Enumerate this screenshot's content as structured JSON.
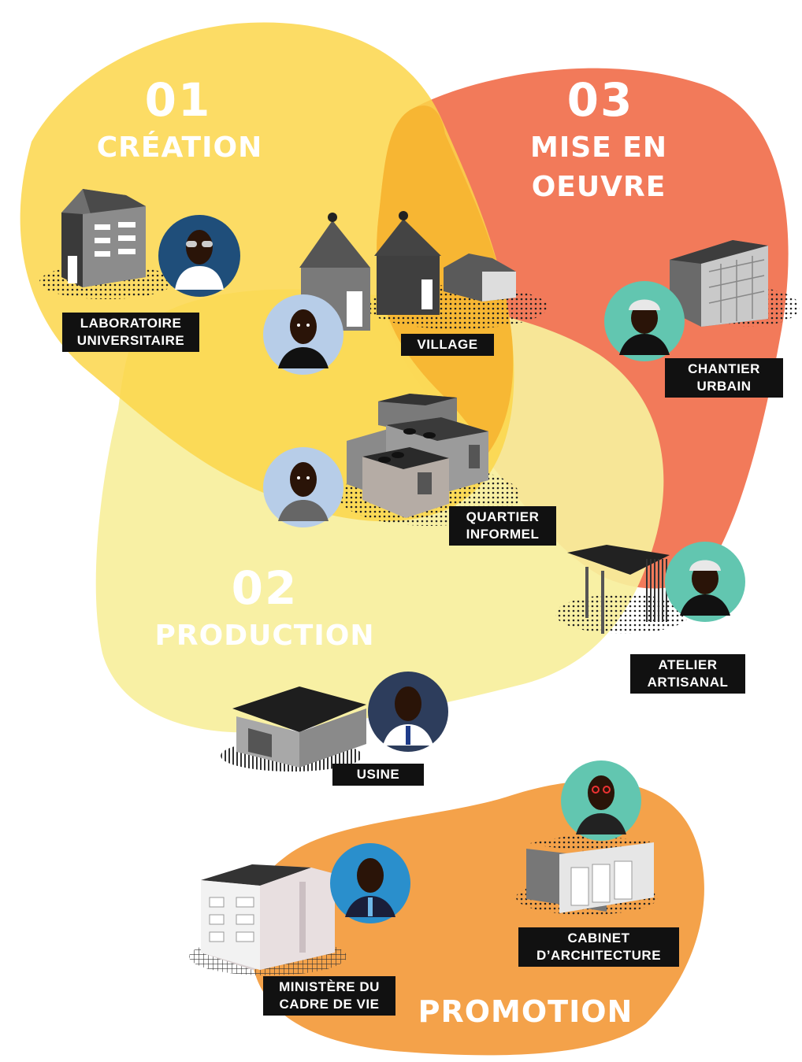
{
  "zones": {
    "creation": {
      "number": "01",
      "title": "CRÉATION",
      "color": "#fbd64a"
    },
    "mise_en_oeuvre": {
      "number": "03",
      "title_line1": "MISE EN",
      "title_line2": "OEUVRE",
      "color": "#f27a5a"
    },
    "production": {
      "number": "02",
      "title": "PRODUCTION",
      "color": "#f7ef9c"
    },
    "promotion": {
      "title": "PROMOTION",
      "color": "#f4a24a"
    }
  },
  "places": {
    "laboratoire": {
      "line1": "LABORATOIRE",
      "line2": "UNIVERSITAIRE"
    },
    "village": {
      "line1": "VILLAGE"
    },
    "chantier": {
      "line1": "CHANTIER",
      "line2": "URBAIN"
    },
    "quartier": {
      "line1": "QUARTIER",
      "line2": "INFORMEL"
    },
    "atelier": {
      "line1": "ATELIER",
      "line2": "ARTISANAL"
    },
    "usine": {
      "line1": "USINE"
    },
    "ministere": {
      "line1": "MINISTÈRE DU",
      "line2": "CADRE DE VIE"
    },
    "cabinet": {
      "line1": "CABINET",
      "line2": "D’ARCHITECTURE"
    }
  },
  "colors": {
    "avatar_navy": "#1f4e7a",
    "avatar_light_blue": "#b7cde8",
    "avatar_teal": "#62c6b0",
    "avatar_dark_slate": "#2d3d5c",
    "avatar_blue": "#2a8fcc",
    "label_bg": "#111111"
  }
}
